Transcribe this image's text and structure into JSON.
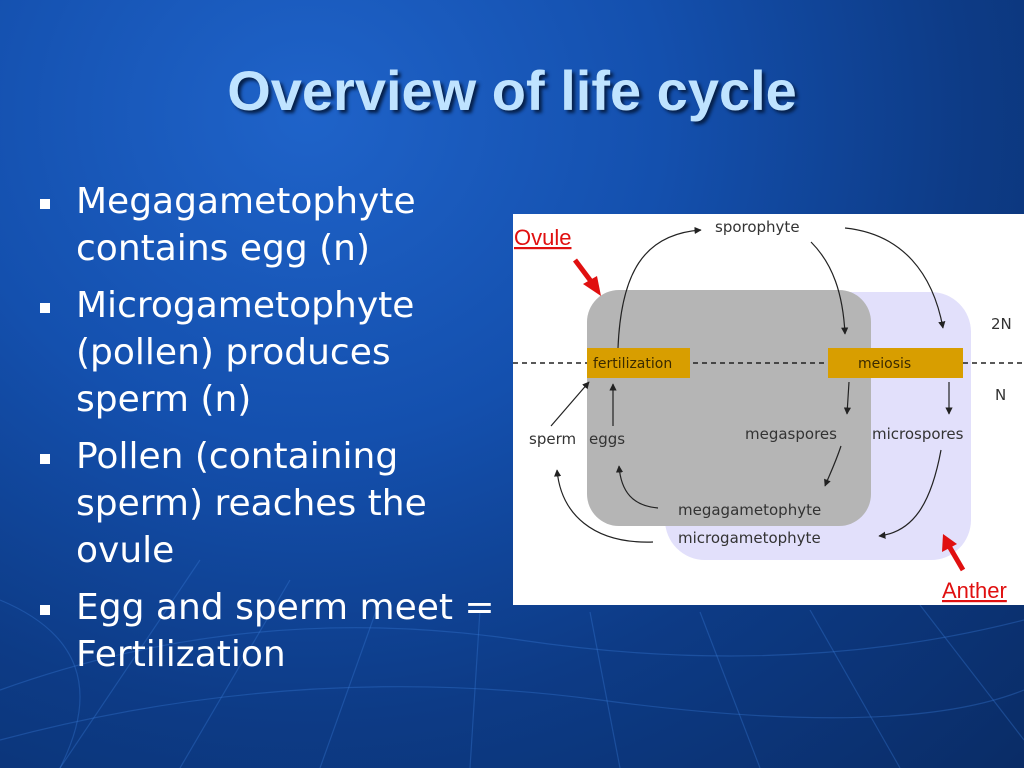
{
  "title": "Overview of life cycle",
  "bullets": [
    "Megagametophyte contains egg (n)",
    "Microgametophyte (pollen) produces sperm (n)",
    "Pollen (containing sperm) reaches the ovule",
    "Egg and sperm meet = Fertilization"
  ],
  "diagram": {
    "labels": {
      "ovule": "Ovule",
      "anther": "Anther",
      "sporophyte": "sporophyte",
      "fertilization": "fertilization",
      "meiosis": "meiosis",
      "two_n": "2N",
      "n": "N",
      "sperm": "sperm",
      "eggs": "eggs",
      "megaspores": "megaspores",
      "microspores": "microspores",
      "megagametophyte": "megagametophyte",
      "microgametophyte": "microgametophyte"
    },
    "colors": {
      "background": "#1450ae",
      "title": "#bfe3ff",
      "gray_region": "#b5b5b5",
      "lavender_region": "#e2e0fb",
      "process_box": "#d89e00",
      "arrow_red": "#e01010"
    }
  }
}
